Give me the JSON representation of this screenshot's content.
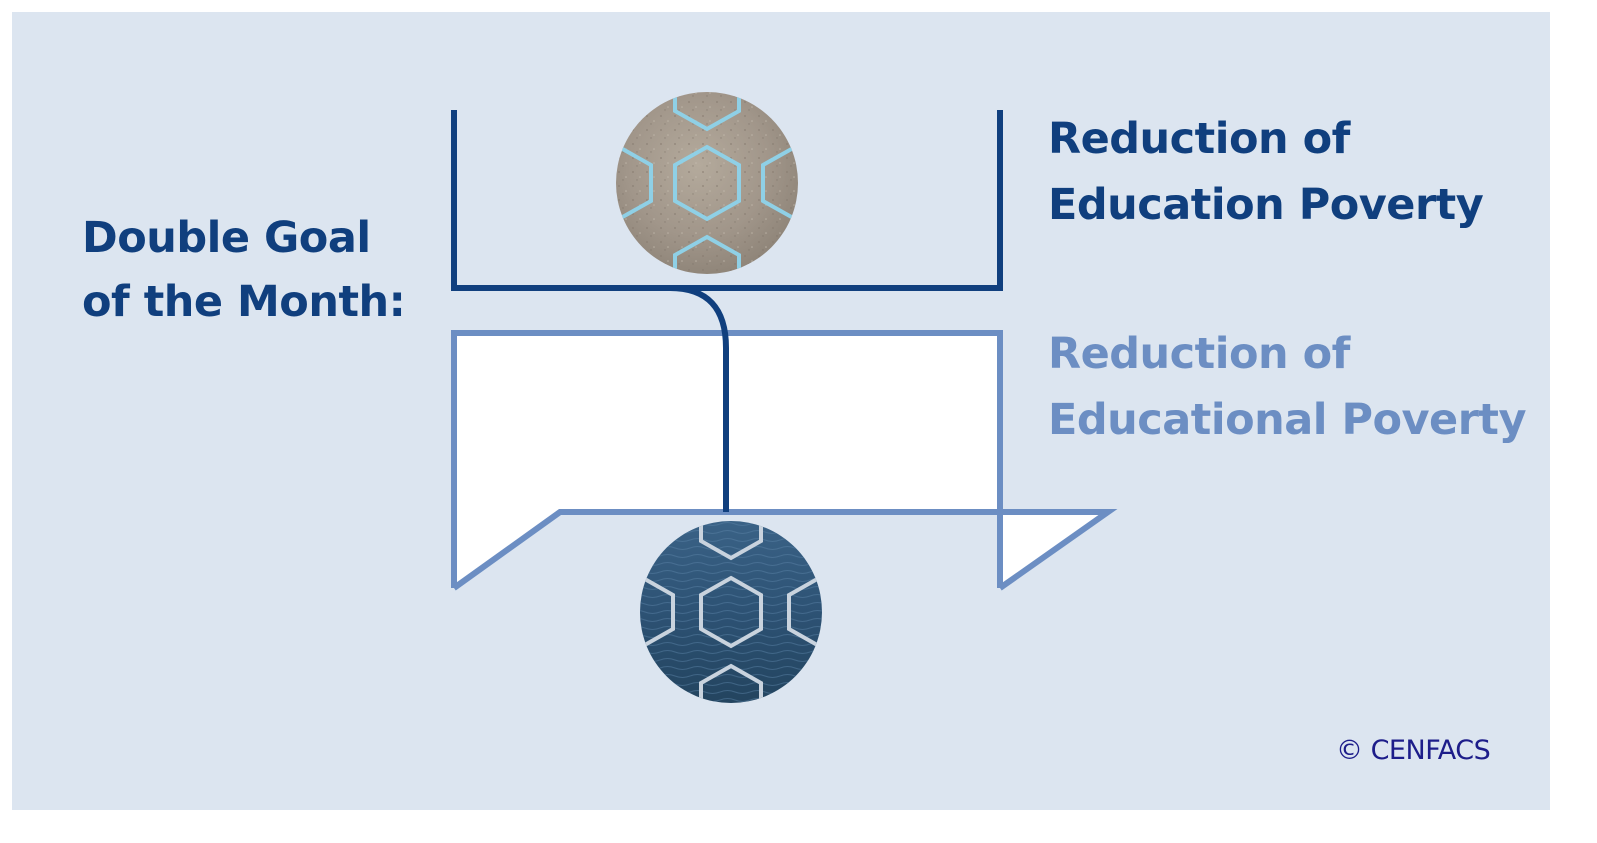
{
  "title": {
    "line1": "Double Goal",
    "line2": "of the Month:"
  },
  "goals": [
    {
      "line1": "Reduction of",
      "line2": "Education Poverty",
      "color": "#103f7e",
      "ball": "sand-ball"
    },
    {
      "line1": "Reduction of",
      "line2": "Educational Poverty",
      "color": "#6c8ec3",
      "ball": "water-ball"
    }
  ],
  "copyright": "© CENFACS",
  "colors": {
    "background": "#dce5f0",
    "dark_blue": "#103f7e",
    "light_blue": "#6c8ec3",
    "sand": "#a89c8e",
    "water": "#2e5578",
    "hex_light": "#8fd0e6",
    "hex_pale": "#c9d3de"
  }
}
